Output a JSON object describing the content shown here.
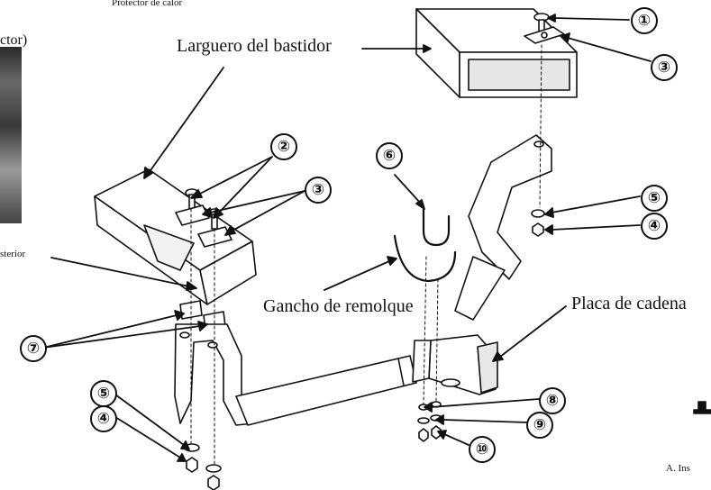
{
  "labels": {
    "heat_protector": "Protector de calor",
    "tor_fragment": "ctor)",
    "bastidor": "Larguero del bastidor",
    "sterior": "sterior",
    "gancho": "Gancho de remolque",
    "placa": "Placa de cadena",
    "ins": "A. Ins"
  },
  "callouts": {
    "c1": "①",
    "c2": "②",
    "c3": "③",
    "c3b": "③",
    "c4": "④",
    "c4b": "④",
    "c5": "⑤",
    "c5b": "⑤",
    "c6": "⑥",
    "c7": "⑦",
    "c8": "⑧",
    "c9": "⑨",
    "c10": "⑩"
  },
  "colors": {
    "line": "#111111",
    "part_fill": "#ffffff",
    "shadow": "#cfcfcf"
  }
}
